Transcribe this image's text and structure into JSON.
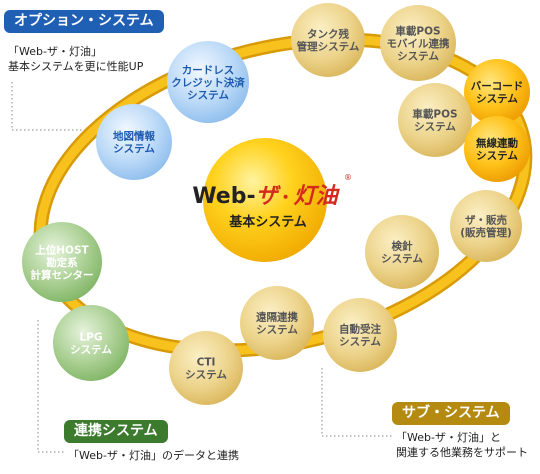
{
  "center": {
    "logo_prefix": "Web-",
    "logo_kana": "ザ",
    "logo_dot": "・",
    "logo_kanji": "灯油",
    "logo_mark": "®",
    "subtitle": "基本システム"
  },
  "legend": {
    "option": {
      "label": "オプション・システム",
      "line1": "「Web-ザ・灯油」",
      "line2": "基本システムを更に性能UP",
      "color": "#1f5fb4"
    },
    "link": {
      "label": "連携システム",
      "line1": "「Web-ザ・灯油」のデータと連携",
      "color": "#3c7a2e"
    },
    "sub": {
      "label": "サブ・システム",
      "line1": "「Web-ザ・灯油」と",
      "line2": "関連する他業務をサポート",
      "color": "#b58a10"
    }
  },
  "nodes": {
    "tank": {
      "lines": [
        "タンク残",
        "管理システム"
      ],
      "kind": "sub"
    },
    "mobile": {
      "lines": [
        "車載POS",
        "モバイル連携",
        "システム"
      ],
      "kind": "sub"
    },
    "barcode": {
      "lines": [
        "バーコード",
        "システム"
      ],
      "kind": "option_gold"
    },
    "carpos": {
      "lines": [
        "車載POS",
        "システム"
      ],
      "kind": "sub"
    },
    "radio": {
      "lines": [
        "無線連動",
        "システム"
      ],
      "kind": "option_gold"
    },
    "sales": {
      "lines": [
        "ザ・販売",
        "(販売管理)"
      ],
      "kind": "sub"
    },
    "inspection": {
      "lines": [
        "検針",
        "システム"
      ],
      "kind": "sub"
    },
    "autorecv": {
      "lines": [
        "自動受注",
        "システム"
      ],
      "kind": "sub"
    },
    "remote": {
      "lines": [
        "遠隔連携",
        "システム"
      ],
      "kind": "sub"
    },
    "cti": {
      "lines": [
        "CTI",
        "システム"
      ],
      "kind": "sub"
    },
    "lpg": {
      "lines": [
        "LPG",
        "システム"
      ],
      "kind": "link"
    },
    "host": {
      "lines": [
        "上位HOST",
        "勘定系",
        "計算センター"
      ],
      "kind": "link"
    },
    "map": {
      "lines": [
        "地図情報",
        "システム"
      ],
      "kind": "option"
    },
    "card": {
      "lines": [
        "カードレス",
        "クレジット決済",
        "システム"
      ],
      "kind": "option"
    }
  },
  "colors": {
    "ring": "#f2b41c",
    "option_text": "#1d5bb0",
    "sub_text": "#555555",
    "link_text": "#ffffff",
    "center_text": "#222222",
    "logo_red": "#d42a1e"
  }
}
